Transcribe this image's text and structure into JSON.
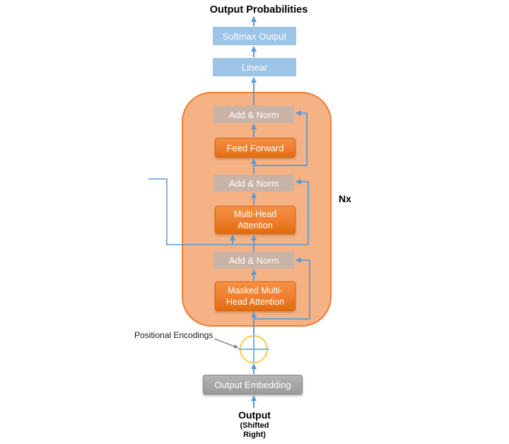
{
  "diagram": {
    "output_probabilities": "Output Probabilities",
    "softmax": "Softmax Output",
    "linear": "Linear",
    "add_norm": "Add & Norm",
    "feed_forward": "Feed Forward",
    "multi_head_attention": [
      "Multi-Head",
      "Attention"
    ],
    "masked_multi_head_attention": [
      "Masked Multi-",
      "Head Attention"
    ],
    "repeat_label": "Nx",
    "positional_encodings": "Positional Encodings",
    "output_embedding": "Output Embedding",
    "output": "Output",
    "output_note": [
      "(Shifted",
      "Right)"
    ]
  },
  "colors": {
    "box_blue": "#9DC3E6",
    "arrow_blue": "#5B9BD5",
    "cross_blue": "#7FB2DC",
    "container_fill": "#F5B285",
    "container_border": "#ED7D31",
    "add_norm_fill": "#C9B3A6",
    "orange_box_top": "#F49141",
    "orange_box_bottom": "#E16D0C",
    "embedding_gray": "#A6A6A6",
    "positional_ring_gold": "#FFC84B",
    "pointer_gray": "#8C8C8C",
    "text_black": "#000000"
  }
}
